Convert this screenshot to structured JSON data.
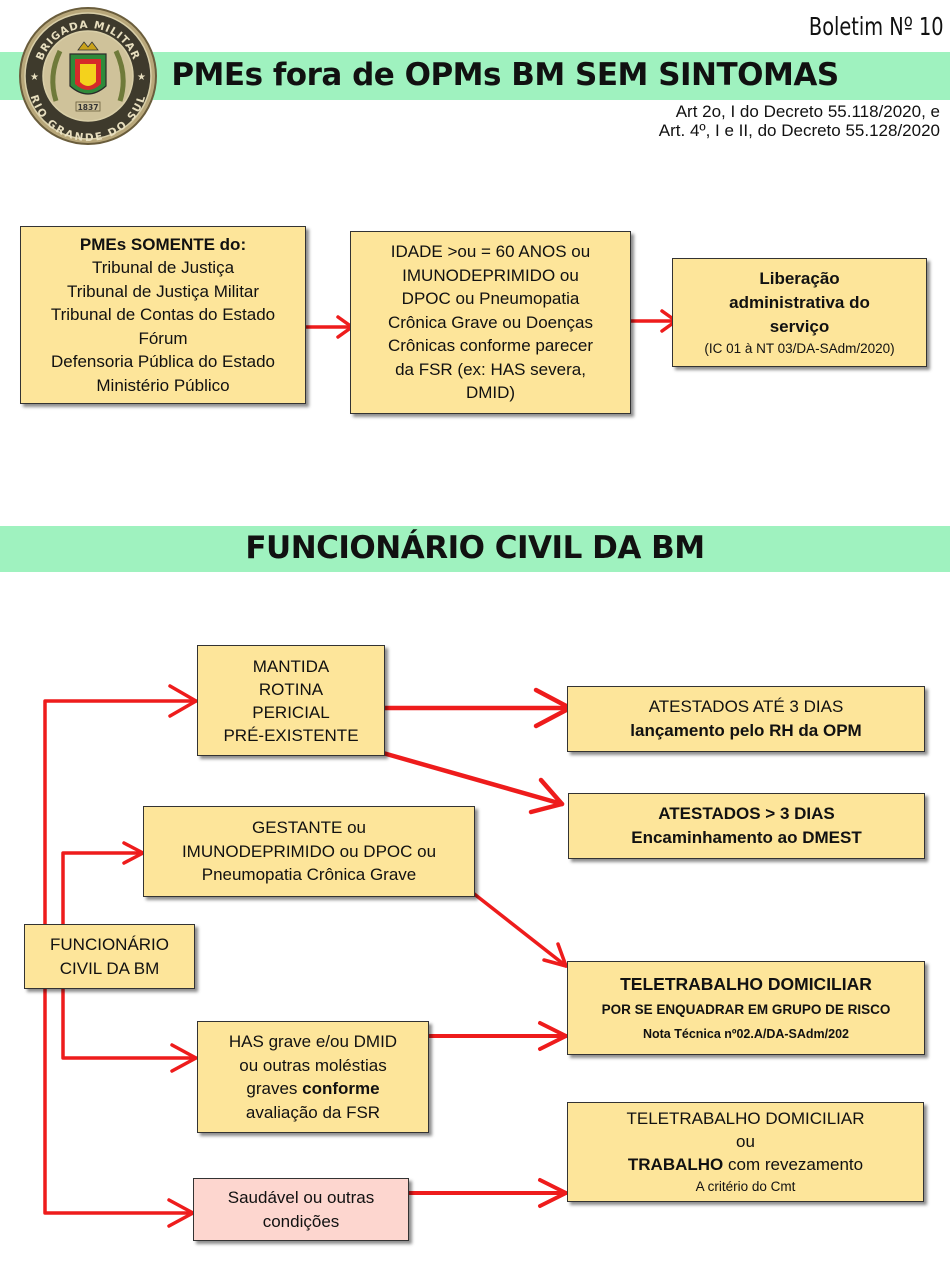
{
  "header": {
    "bulletin": "Boletim Nº 10",
    "title": "PMEs fora de OPMs BM SEM SINTOMAS",
    "legal_ref_line1": "Art 2o, I do Decreto 55.118/2020, e",
    "legal_ref_line2": "Art. 4º, I e II, do Decreto  55.128/2020"
  },
  "seal": {
    "top_text": "BRIGADA MILITAR",
    "bottom_text": "RIO GRANDE DO SUL",
    "year": "1837"
  },
  "section1": {
    "box_pmes": {
      "heading": "PMEs SOMENTE do:",
      "lines": [
        "Tribunal de Justiça",
        "Tribunal de Justiça Militar",
        "Tribunal de Contas do Estado",
        "Fórum",
        "Defensoria Pública do Estado",
        "Ministério Público"
      ]
    },
    "box_idade": {
      "lines": [
        "IDADE >ou = 60 ANOS ou",
        "IMUNODEPRIMIDO ou",
        "DPOC ou Pneumopatia",
        "Crônica Grave ou Doenças",
        "Crônicas conforme parecer",
        "da FSR (ex: HAS severa,",
        "DMID)"
      ]
    },
    "box_liberacao": {
      "lines": [
        "Liberação",
        "administrativa do",
        "serviço"
      ],
      "note": "(IC 01 à NT 03/DA-SAdm/2020)"
    }
  },
  "section2": {
    "title": "FUNCIONÁRIO CIVIL DA BM",
    "box_funcionario": {
      "lines": [
        "FUNCIONÁRIO",
        "CIVIL DA BM"
      ]
    },
    "box_mantida": {
      "lines": [
        "MANTIDA",
        "ROTINA",
        "PERICIAL",
        "PRÉ-EXISTENTE"
      ]
    },
    "box_gestante": {
      "lines": [
        "GESTANTE ou",
        "IMUNODEPRIMIDO ou DPOC ou",
        "Pneumopatia Crônica Grave"
      ]
    },
    "box_has": {
      "line1": "HAS grave e/ou DMID",
      "line2": "ou outras moléstias",
      "line3_normal": "graves ",
      "line3_bold": "conforme",
      "line4": "avaliação da FSR"
    },
    "box_saudavel": {
      "lines": [
        "Saudável ou outras",
        "condições"
      ]
    },
    "box_atestados3": {
      "lines": [
        "ATESTADOS ATÉ 3 DIAS",
        "lançamento pelo RH da OPM"
      ]
    },
    "box_atestados_mais3": {
      "lines": [
        "ATESTADOS > 3 DIAS",
        "Encaminhamento ao DMEST"
      ]
    },
    "box_teletrabalho": {
      "title": "TELETRABALHO DOMICILIAR",
      "subtitle": "POR SE ENQUADRAR EM GRUPO DE RISCO",
      "note": "Nota Técnica nº02.A/DA-SAdm/202"
    },
    "box_teletrabalho_rev": {
      "line1": "TELETRABALHO DOMICILIAR",
      "line2": "ou",
      "line3_bold": "TRABALHO",
      "line3_normal": " com revezamento",
      "note": "A critério do Cmt"
    }
  },
  "colors": {
    "band": "#9ff2bf",
    "box_fill": "#fde59a",
    "box_fill_pink": "#fdd6cf",
    "arrow": "#ee1c1c"
  }
}
